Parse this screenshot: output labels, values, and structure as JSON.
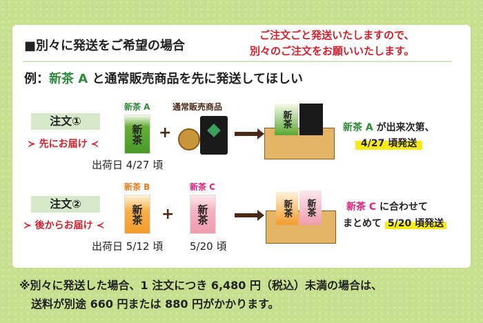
{
  "heading": "■別々に発送をご希望の場合",
  "notice": {
    "line1": "ご注文ごと発送いたしますので、",
    "line2": "別々のご注文をお願いいたします。"
  },
  "example": {
    "prefix": "例：",
    "item": "新茶 A",
    "suffix": "と通常販売商品を先に発送してほしい"
  },
  "order1": {
    "label": "注文①",
    "delivery": "先にお届け",
    "item1_label": "新茶 A",
    "item2_label": "通常販売商品",
    "pack_text": "新茶",
    "ship_date": "出荷日 4/27 頃",
    "result_item": "新茶 A",
    "result_text": "が出来次第、",
    "result_highlight": "4/27 頃発送"
  },
  "order2": {
    "label": "注文②",
    "delivery": "後からお届け",
    "item1_label": "新茶 B",
    "item2_label": "新茶 C",
    "pack_text": "新茶",
    "ship_date1": "出荷日 5/12 頃",
    "ship_date2": "5/20 頃",
    "result_item": "新茶 C",
    "result_text": "に合わせて",
    "result_prefix": "まとめて",
    "result_highlight": "5/20 頃発送"
  },
  "footnote": {
    "line1": "※別々に発送した場合、1 注文につき 6,480 円（税込）未満の場合は、",
    "line2": "送料が別途 660 円または 880 円がかかります。"
  },
  "colors": {
    "background": "#c6e08f",
    "red": "#d3202a",
    "green": "#2e8a3a",
    "highlight": "#f7ec1a"
  }
}
